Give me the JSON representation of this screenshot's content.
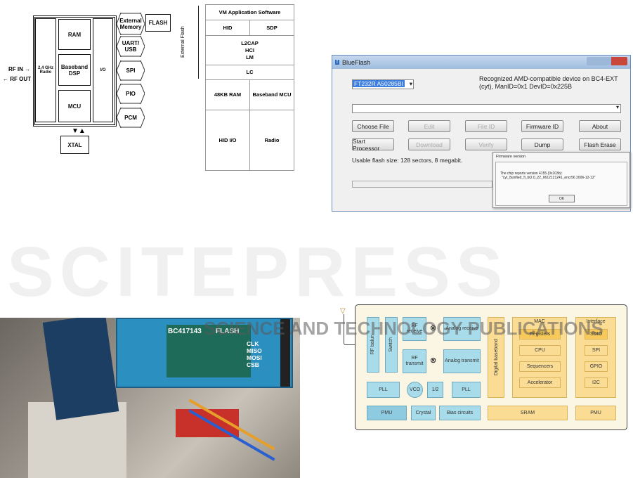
{
  "fig_soc": {
    "rf_in": "RF IN",
    "rf_out": "RF OUT",
    "radio": "2.4 GHz Radio",
    "ram": "RAM",
    "dsp": "Baseband DSP",
    "mcu": "MCU",
    "io": "I/O",
    "ports": [
      "External Memory",
      "UART/ USB",
      "SPI",
      "PIO",
      "PCM"
    ],
    "flash": "FLASH",
    "xtal": "XTAL"
  },
  "fig_stack": {
    "side_label": "External Flash",
    "vm": "VM Application Software",
    "hid": "HID",
    "sdp": "SDP",
    "l2cap": "L2CAP",
    "hci": "HCI",
    "lm": "LM",
    "lc": "LC",
    "ram": "48KB RAM",
    "bb": "Baseband MCU",
    "hidio": "HID I/O",
    "radio": "Radio"
  },
  "blueflash": {
    "title": "BlueFlash",
    "device": "FT232R A50285BI",
    "recognized": "Recognized AMD-compatible device on BC4-EXT (cyt), ManID=0x1 DevID=0x225B",
    "buttons_row1": [
      "Choose File",
      "Edit",
      "File ID",
      "Firmware ID",
      "About"
    ],
    "buttons_row2": [
      "Start Processor",
      "Download",
      "Verify",
      "Dump",
      "Flash Erase"
    ],
    "flash_size": "Usable flash size: 128 sectors, 8 megabit.",
    "dialog": {
      "title": "Firmware version",
      "line1": "The chip reports version 4155 (0x103b):",
      "line2": "\"cyt_8unified_fl_bt2.0_22_0612121241_encr56 2006-12-12\"",
      "ok": "OK"
    }
  },
  "photo": {
    "chip": "BC417143",
    "flash": "FLASH",
    "pins": [
      "CLK",
      "MISO",
      "MOSI",
      "CSB"
    ]
  },
  "fig_arch": {
    "rf_balun": "RF balun",
    "switch": "Switch",
    "rf_receive": "RF receive",
    "rf_transmit": "RF transmit",
    "analog_receive": "Analog receive",
    "analog_transmit": "Analog transmit",
    "pll1": "PLL",
    "vco": "VCO",
    "half": "1/2",
    "pll2": "PLL",
    "digital_baseband": "Digital baseband",
    "mac": "MAC",
    "mac_items": [
      "Registers",
      "CPU",
      "Sequencers",
      "Accelerator"
    ],
    "interface": "Interface",
    "if_items": [
      "SDIO",
      "SPI",
      "GPIO",
      "I2C"
    ],
    "pmu1": "PMU",
    "crystal": "Crystal",
    "bias": "Bias circuits",
    "sram": "SRAM",
    "pmu2": "PMU"
  },
  "watermark": {
    "main": "SCITEPRESS",
    "sub": "SCIENCE AND TECHNOLOGY PUBLICATIONS"
  },
  "colors": {
    "blue": "#a9dcea",
    "yellow": "#fbdc95"
  }
}
